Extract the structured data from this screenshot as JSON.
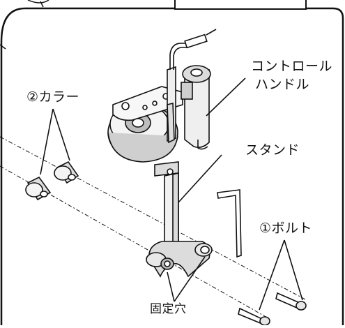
{
  "header_tab": {
    "text": ""
  },
  "labels": {
    "control_handle_line1": "コントロール",
    "control_handle_line2": "ハンドル",
    "collar": "②カラー",
    "stand": "スタンド",
    "bolt": "①ボルト",
    "fixing_hole": "固定穴"
  },
  "colors": {
    "line": "#111111",
    "fill_light": "#f2f2f2",
    "fill_mid": "#dcdcdc",
    "fill_dark": "#a0a0a0"
  }
}
